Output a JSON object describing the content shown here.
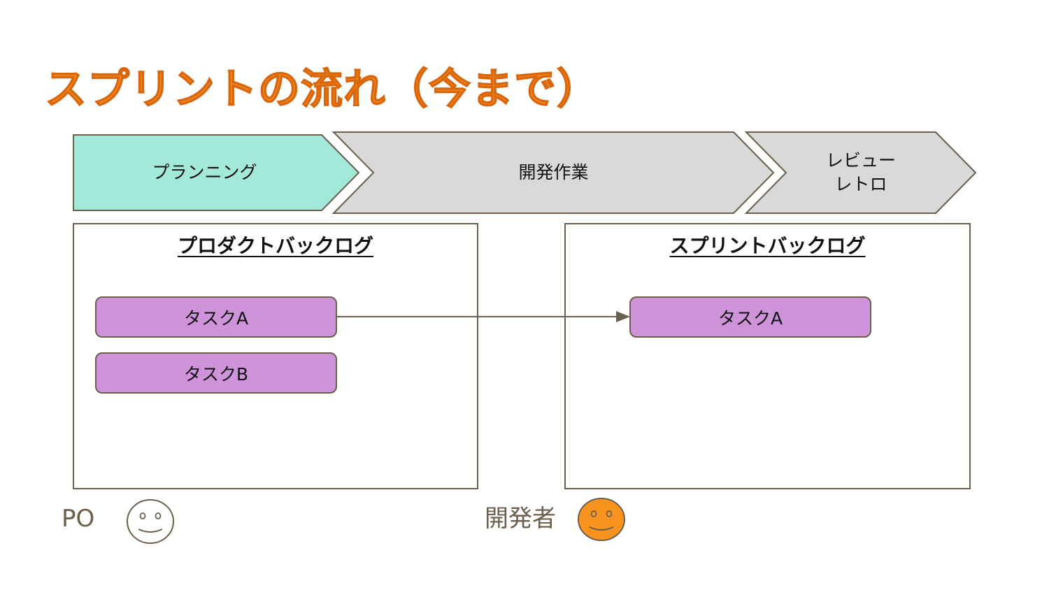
{
  "title": "スプリントの流れ（今まで）",
  "phases": [
    {
      "label": "プランニング",
      "color": "#A4E8D9"
    },
    {
      "label": "開発作業",
      "color": "#D9D9D9"
    },
    {
      "label_line1": "レビュー",
      "label_line2": "レトロ",
      "color": "#D9D9D9"
    }
  ],
  "boxes": {
    "product_backlog": {
      "title": "プロダクトバックログ",
      "tasks": [
        "タスクA",
        "タスクB"
      ]
    },
    "sprint_backlog": {
      "title": "スプリントバックログ",
      "tasks": [
        "タスクA"
      ]
    }
  },
  "roles": {
    "po": {
      "label": "PO",
      "face_color": "#FFFFFF"
    },
    "developer": {
      "label": "開発者",
      "face_color": "#F7931E"
    }
  },
  "colors": {
    "title": "#F28A1E",
    "task_fill": "#CE93D8",
    "outline": "#6B5E4C"
  }
}
